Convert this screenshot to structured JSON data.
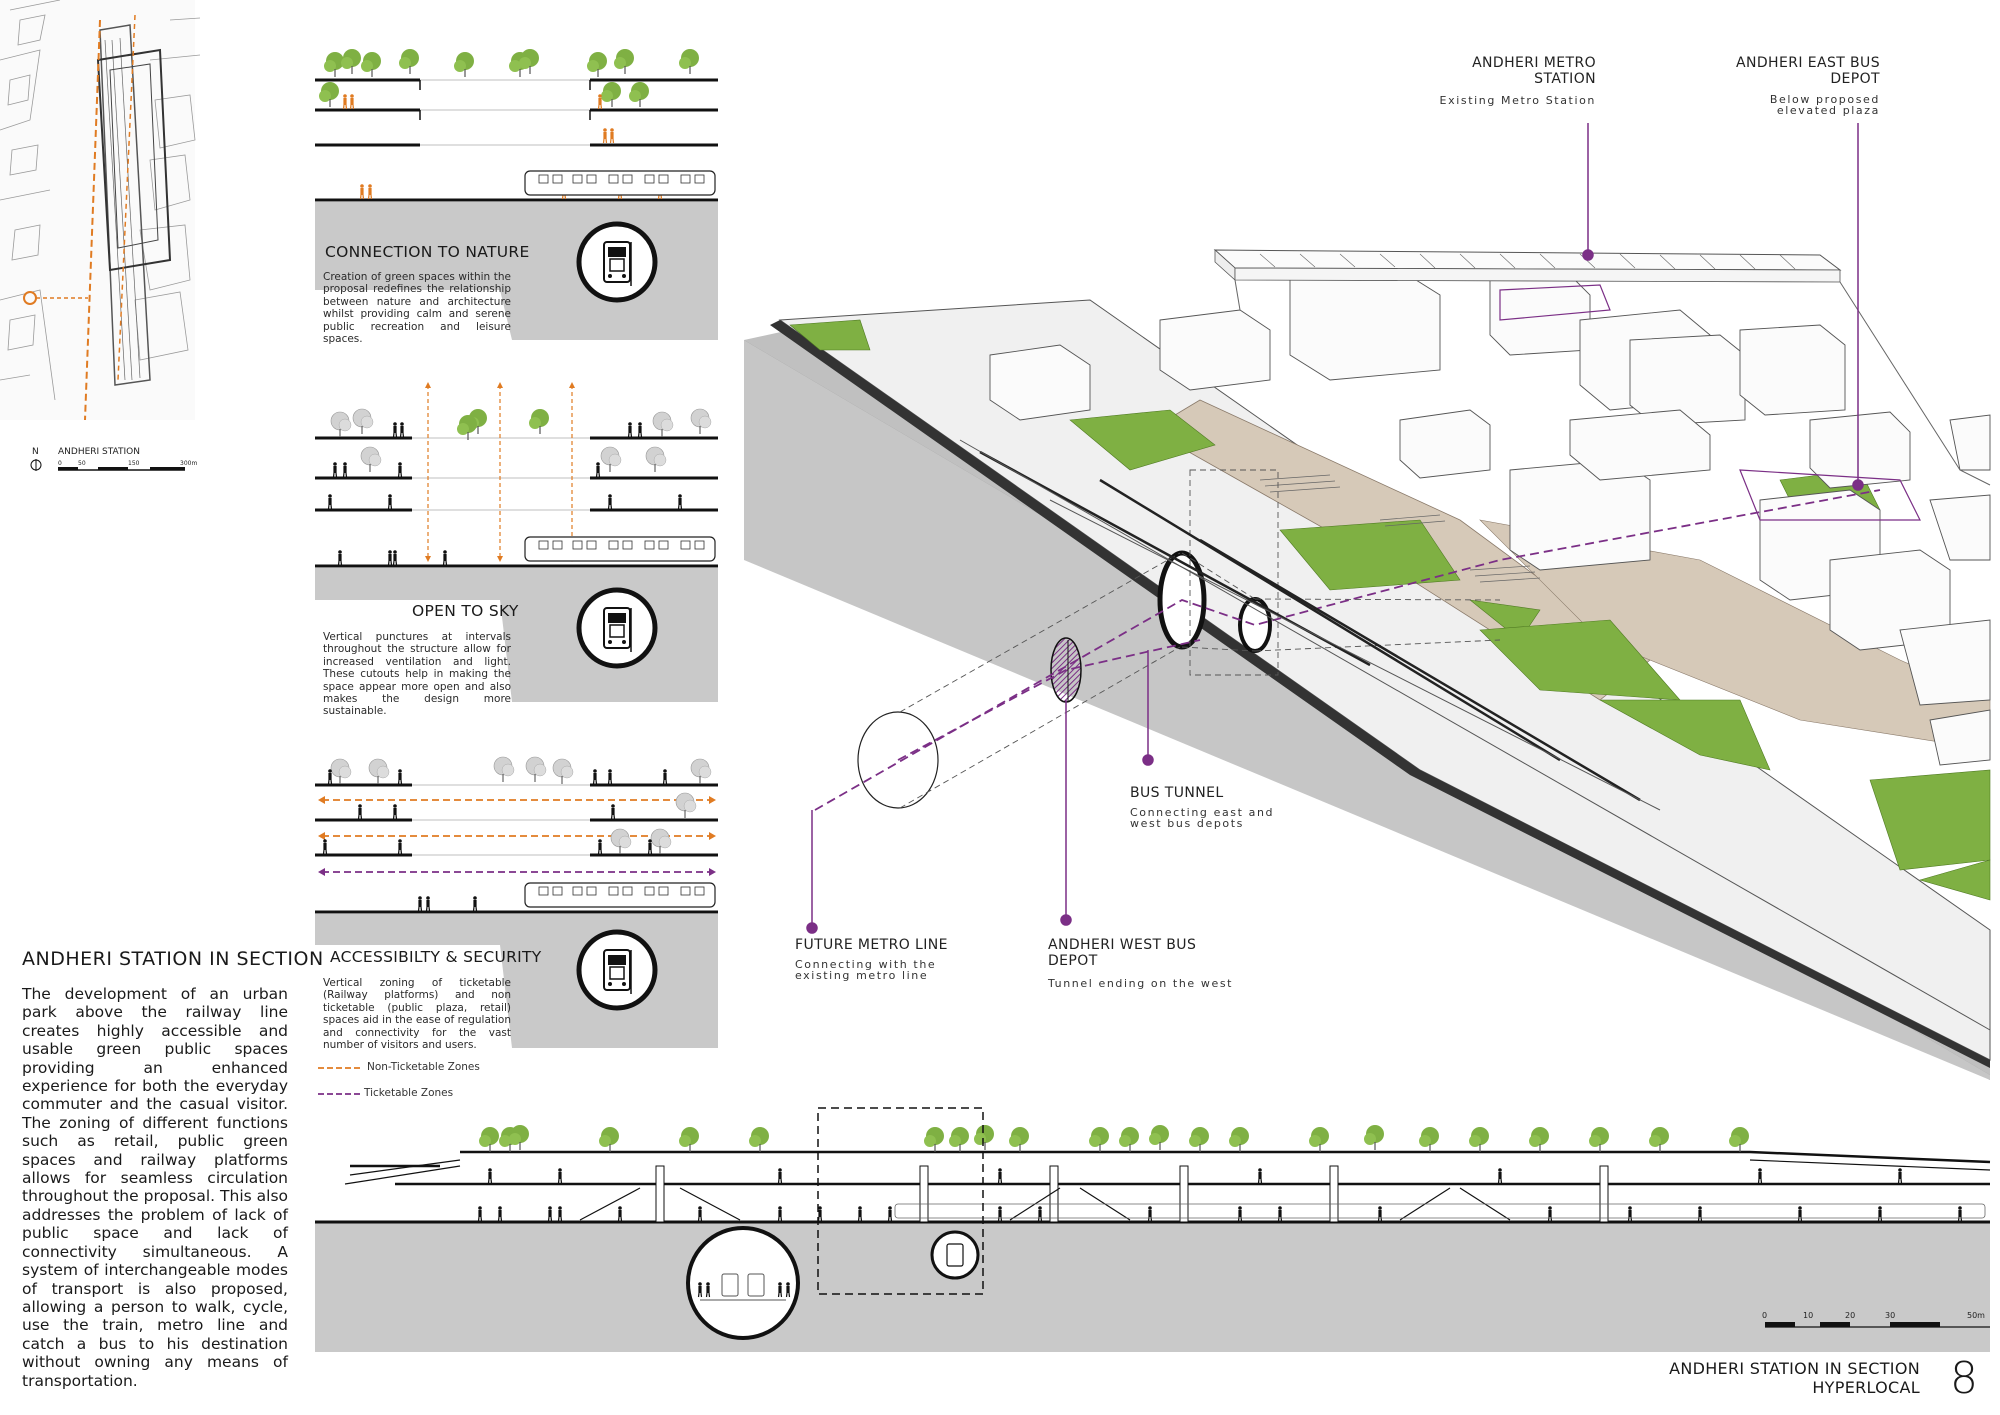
{
  "colors": {
    "purple": "#7b2f86",
    "orange": "#e07b22",
    "green": "#7fb043",
    "ground": "#c9c9c9",
    "plaza": "#d6c9b8"
  },
  "site_map": {
    "station_label": "ANDHERI STATION",
    "north": "N",
    "scale_ticks": [
      "0",
      "50",
      "150",
      "300m"
    ]
  },
  "panels": [
    {
      "title": "CONNECTION TO NATURE",
      "body": "Creation of green spaces within the proposal redefines the relationship between nature and architecture whilst providing calm and serene public recreation and leisure spaces."
    },
    {
      "title": "OPEN TO SKY",
      "body": "Vertical punctures at intervals throughout the structure allow for increased ventilation and light. These cutouts help in making the space appear more open and also makes the design more sustainable."
    },
    {
      "title": "ACCESSIBILTY & SECURITY",
      "body": "Vertical zoning of ticketable (Railway platforms) and non ticketable (public plaza, retail) spaces aid in the ease of regulation and connectivity for the vast number of visitors and users."
    }
  ],
  "legend": {
    "non_ticketable": "Non-Ticketable Zones",
    "ticketable": "Ticketable Zones"
  },
  "intro": {
    "title": "ANDHERI STATION IN SECTION",
    "body": "The development of an urban park above the railway line creates highly accessible and usable green public spaces providing an enhanced experience for both the everyday commuter and the casual visitor. The zoning of different functions such as retail, public green spaces and railway platforms allows for seamless circulation throughout the proposal. This also addresses the problem of lack of public space and lack of connectivity simultaneous. A system of interchangeable modes of transport is also proposed, allowing a person to walk, cycle, use the train, metro line and catch a bus to his destination without owning any means of transportation."
  },
  "callouts": {
    "metro_station": {
      "title1": "ANDHERI METRO",
      "title2": "STATION",
      "sub": "Existing Metro Station"
    },
    "east_depot": {
      "title1": "ANDHERI EAST BUS",
      "title2": "DEPOT",
      "sub1": "Below proposed",
      "sub2": "elevated plaza"
    },
    "bus_tunnel": {
      "title": "BUS TUNNEL",
      "sub1": "Connecting east and",
      "sub2": "west bus depots"
    },
    "metro_line": {
      "title": "FUTURE METRO LINE",
      "sub1": "Connecting with the",
      "sub2": "existing metro line"
    },
    "west_depot": {
      "title1": "ANDHERI WEST BUS",
      "title2": "DEPOT",
      "sub": "Tunnel ending on the west"
    }
  },
  "section_scale": [
    "0",
    "10",
    "20",
    "30",
    "50m"
  ],
  "footer": {
    "line1": "ANDHERI STATION IN SECTION",
    "line2": "HYPERLOCAL",
    "page": "8"
  }
}
